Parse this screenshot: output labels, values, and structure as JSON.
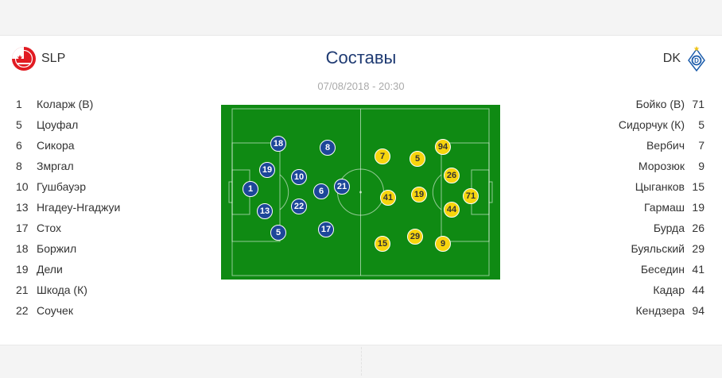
{
  "header": {
    "title": "Составы",
    "datetime": "07/08/2018 - 20:30"
  },
  "home": {
    "name": "SLP",
    "logo": "slavia-praha-logo",
    "color": "#1d4799",
    "roster": [
      {
        "num": "1",
        "name": "Коларж (В)"
      },
      {
        "num": "5",
        "name": "Цоуфал"
      },
      {
        "num": "6",
        "name": "Сикора"
      },
      {
        "num": "8",
        "name": "Змргал"
      },
      {
        "num": "10",
        "name": "Гушбауэр"
      },
      {
        "num": "13",
        "name": "Нгадеу-Нгаджуи"
      },
      {
        "num": "17",
        "name": "Стох"
      },
      {
        "num": "18",
        "name": "Боржил"
      },
      {
        "num": "19",
        "name": "Дели"
      },
      {
        "num": "21",
        "name": "Шкода (К)"
      },
      {
        "num": "22",
        "name": "Соучек"
      }
    ]
  },
  "away": {
    "name": "DK",
    "logo": "dynamo-kyiv-logo",
    "color": "#f7d50d",
    "roster": [
      {
        "num": "71",
        "name": "Бойко (В)"
      },
      {
        "num": "5",
        "name": "Сидорчук (К)"
      },
      {
        "num": "7",
        "name": "Вербич"
      },
      {
        "num": "9",
        "name": "Морозюк"
      },
      {
        "num": "15",
        "name": "Цыганков"
      },
      {
        "num": "19",
        "name": "Гармаш"
      },
      {
        "num": "26",
        "name": "Бурда"
      },
      {
        "num": "29",
        "name": "Буяльский"
      },
      {
        "num": "41",
        "name": "Беседин"
      },
      {
        "num": "44",
        "name": "Кадар"
      },
      {
        "num": "94",
        "name": "Кендзера"
      }
    ]
  },
  "pitch": {
    "color": "#0f8a13",
    "home_players": [
      "18",
      "8",
      "19",
      "10",
      "1",
      "6",
      "21",
      "13",
      "22",
      "5",
      "17"
    ],
    "away_players": [
      "7",
      "5",
      "94",
      "26",
      "41",
      "19",
      "71",
      "44",
      "15",
      "29",
      "9"
    ]
  }
}
